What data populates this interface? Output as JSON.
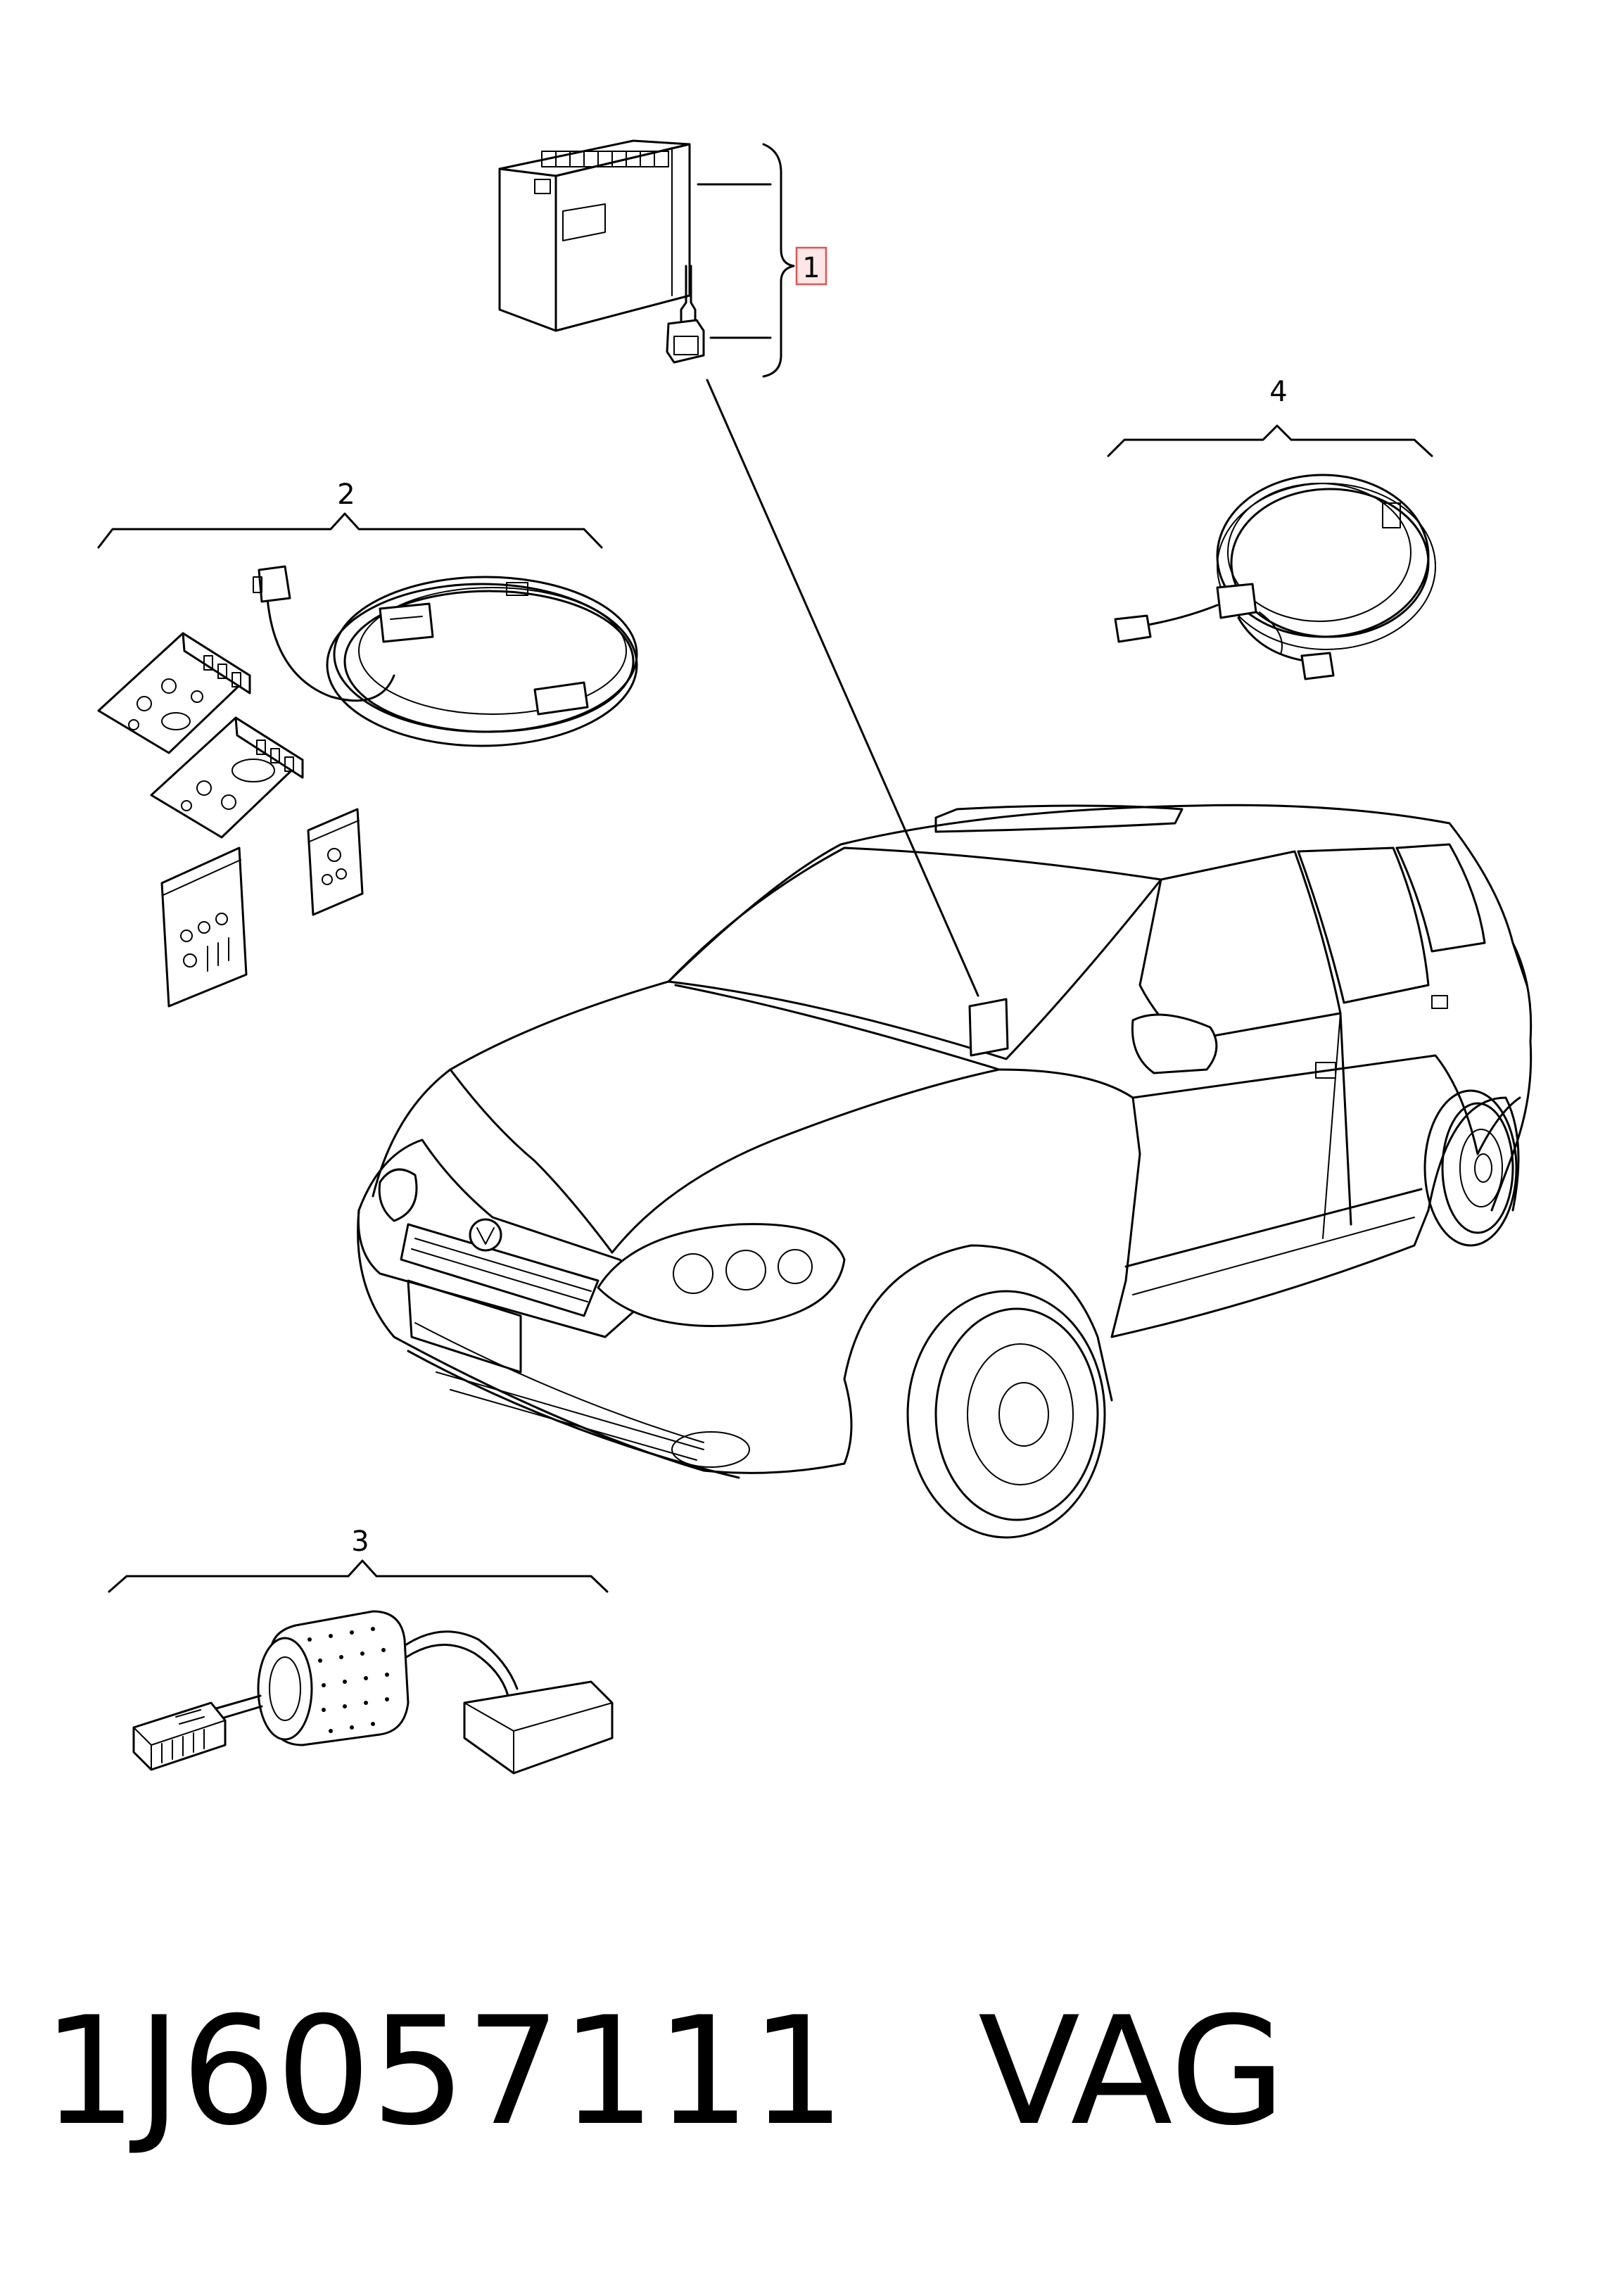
{
  "callouts": [
    {
      "id": "1",
      "label": "1",
      "highlighted": true
    },
    {
      "id": "2",
      "label": "2",
      "highlighted": false
    },
    {
      "id": "3",
      "label": "3",
      "highlighted": false
    },
    {
      "id": "4",
      "label": "4",
      "highlighted": false
    }
  ],
  "footer": {
    "part_number": "1J6057111",
    "brand": "VAG"
  },
  "colors": {
    "line": "#000000",
    "background": "#ffffff",
    "highlight_fill": "#fde6e6",
    "highlight_stroke": "#e05555"
  },
  "parts": [
    {
      "callout": "1",
      "icon": "control-module-icon"
    },
    {
      "callout": "2",
      "icon": "wiring-harness-kit-icon"
    },
    {
      "callout": "3",
      "icon": "adapter-cable-icon"
    },
    {
      "callout": "4",
      "icon": "cable-harness-icon"
    },
    {
      "callout": "",
      "icon": "car-icon"
    }
  ]
}
